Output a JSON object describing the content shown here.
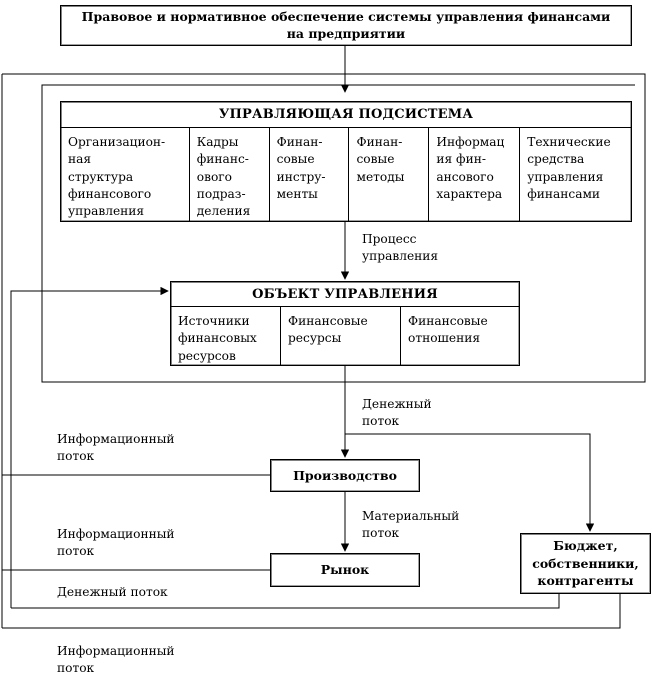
{
  "diagram": {
    "title": "Правовое и нормативное обеспечение системы управления финансами на предприятии",
    "title_line1": "Правовое и нормативное обеспечение системы управления финансами",
    "title_line2": "на предприятии",
    "managing_subsystem": {
      "header": "УПРАВЛЯЮЩАЯ ПОДСИСТЕМА",
      "columns": [
        "Организацион-ная\nструктура\nфинансового\nуправления",
        "Кадры\nфинанс-\nового\nподраз-\nделения",
        "Финан-\nсовые\nинстру-\nменты",
        "Финан-\nсовые\nметоды",
        "Информац\nия фин-\nансового\nхарактера",
        "Технические\nсредства\nуправления\nфинансами"
      ]
    },
    "managed_object": {
      "header": "ОБЪЕКТ УПРАВЛЕНИЯ",
      "columns": [
        "Источники\nфинансовых\nресурсов",
        "Финансовые\nресурсы",
        "Финансовые\nотношения"
      ]
    },
    "nodes": [
      {
        "id": "proizvodstvo",
        "label": "Производство"
      },
      {
        "id": "rynok",
        "label": "Рынок"
      },
      {
        "id": "budget",
        "label": "Бюджет,\nсобственники,\nконтрагенты"
      }
    ],
    "flow_labels": [
      {
        "id": "process-upravleniya",
        "text": "Процесс\nуправления"
      },
      {
        "id": "denezhnyy-potok-1",
        "text": "Денежный\nпоток"
      },
      {
        "id": "informacionnyy-potok-1",
        "text": "Информационный\nпоток"
      },
      {
        "id": "materialnyy-potok",
        "text": "Материальный\nпоток"
      },
      {
        "id": "informacionnyy-potok-2",
        "text": "Информационный\nпоток"
      },
      {
        "id": "denezhnyy-potok-2",
        "text": "Денежный поток"
      },
      {
        "id": "informacionnyy-potok-3",
        "text": "Информационный\nпоток"
      }
    ],
    "colors": {
      "line": "#000000",
      "shadow": "#808080",
      "background": "#ffffff",
      "text": "#000000"
    }
  }
}
